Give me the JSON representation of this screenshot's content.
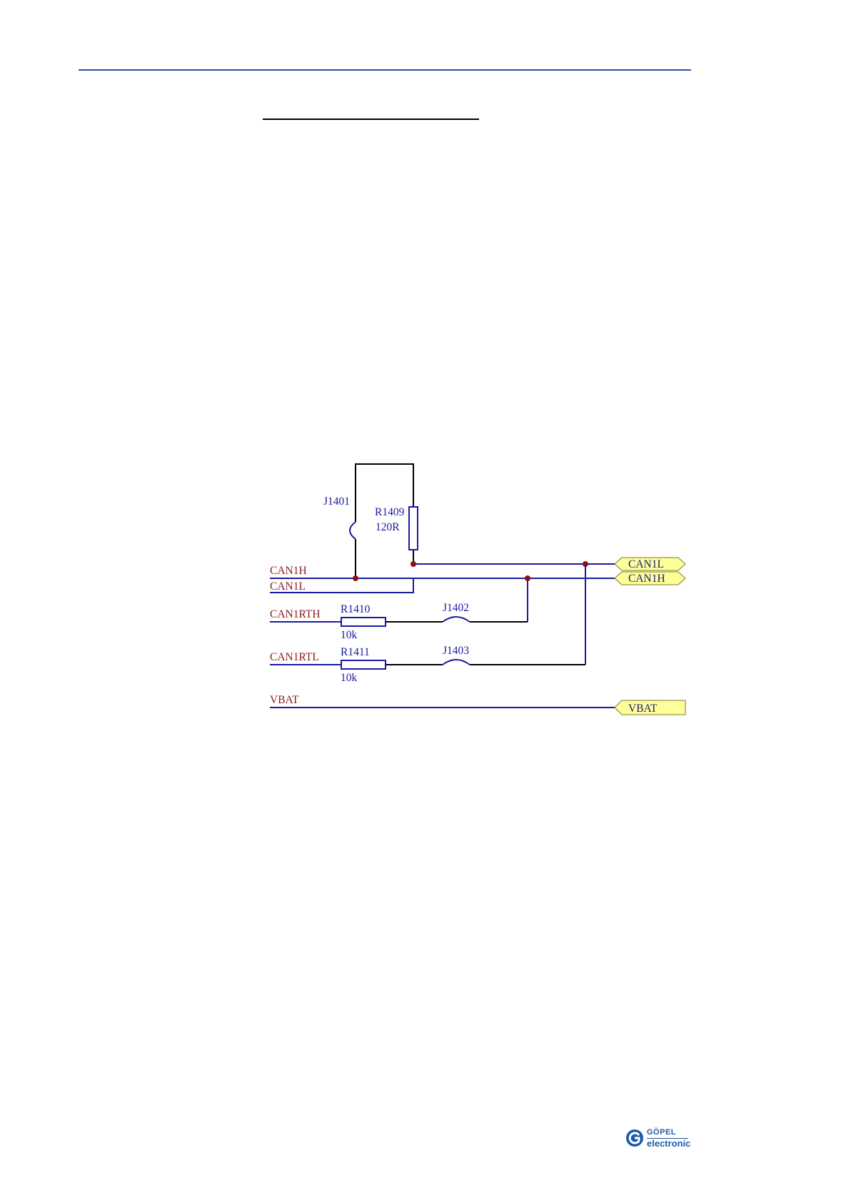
{
  "schematic": {
    "components": {
      "j1401": "J1401",
      "r1409_ref": "R1409",
      "r1409_val": "120R",
      "r1410_ref": "R1410",
      "r1410_val": "10k",
      "j1402": "J1402",
      "r1411_ref": "R1411",
      "r1411_val": "10k",
      "j1403": "J1403"
    },
    "nets": {
      "can1h": "CAN1H",
      "can1l": "CAN1L",
      "can1rth": "CAN1RTH",
      "can1rtl": "CAN1RTL",
      "vbat": "VBAT"
    },
    "ports": {
      "can1l": "CAN1L",
      "can1h": "CAN1H",
      "vbat": "VBAT"
    },
    "colors": {
      "wire_blue": "#1a1aa0",
      "wire_black": "#000000",
      "junction": "#8b1010",
      "net_label": "#8b1a1a",
      "port_fill": "#ffff99",
      "header_rule": "#1f5aa6"
    }
  },
  "logo": {
    "top": "GÖPEL",
    "bottom": "electronic"
  }
}
